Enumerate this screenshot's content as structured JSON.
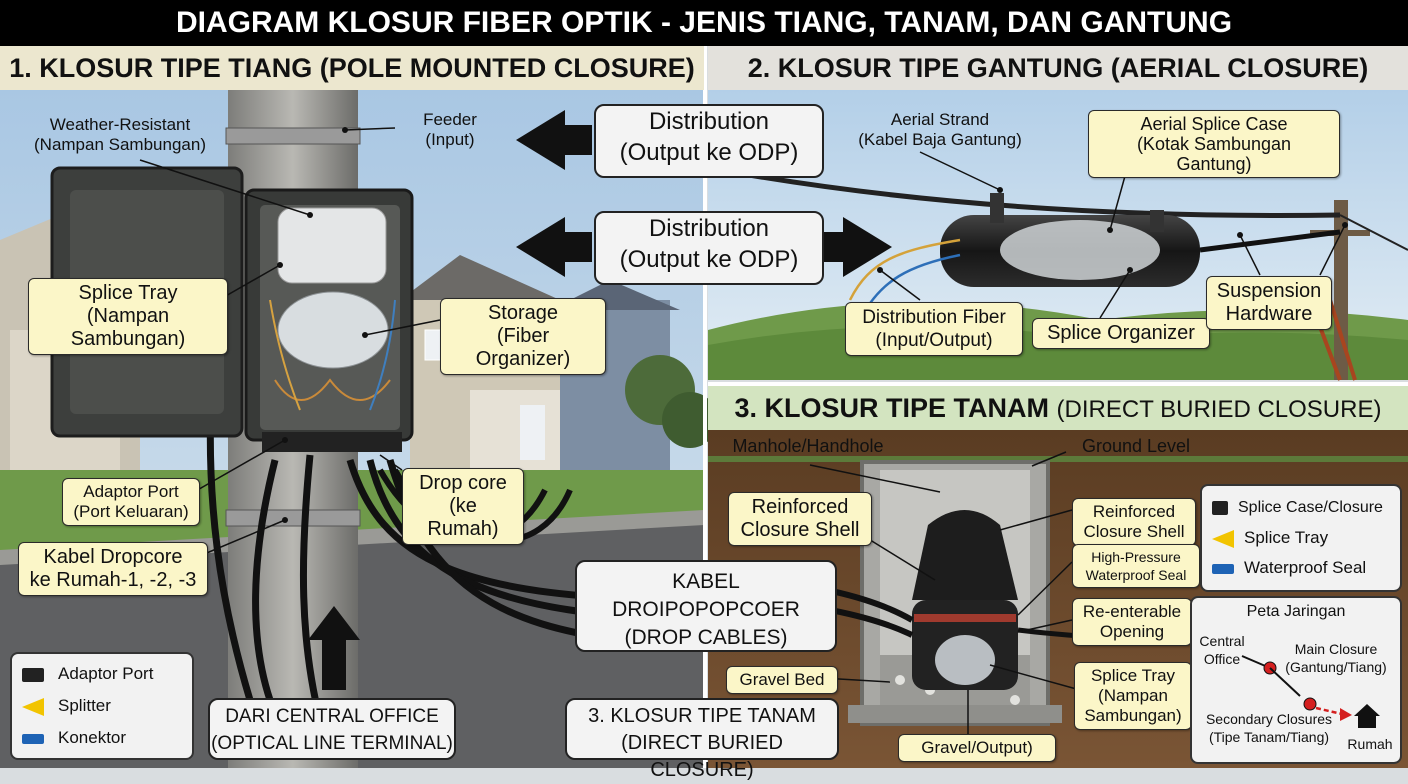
{
  "title": "DIAGRAM KLOSUR FIBER OPTIK - JENIS TIANG, TANAM, DAN GANTUNG",
  "section1": {
    "heading": "1. KLOSUR TIPE TIANG (POLE MOUNTED CLOSURE)",
    "labels": {
      "weather": "Weather-Resistant\n(Nampan Sambungan)",
      "feeder": "Feeder\n(Input)",
      "splice_tray": "Splice Tray\n(Nampan Sambungan)",
      "storage": "Storage\n(Fiber Organizer)",
      "adaptor_port": "Adaptor Port\n(Port Keluaran)",
      "drop_core": "Drop core\n(ke Rumah)",
      "kabel_dropcore": "Kabel Dropcore\nke Rumah-1, -2, -3"
    },
    "legend": [
      {
        "icon": "adaptor-port-icon",
        "label": "Adaptor Port"
      },
      {
        "icon": "splitter-icon",
        "label": "Splitter"
      },
      {
        "icon": "konektor-icon",
        "label": "Konektor"
      }
    ]
  },
  "center": {
    "distribution1": "Distribution\n(Output ke ODP)",
    "distribution2": "Distribution\n(Output ke ODP)",
    "drop_cables": "KABEL\nDROIPOPOPCOER\n(DROP CABLES)",
    "dari_co": "DARI CENTRAL OFFICE\n(OPTICAL LINE TERMINAL)",
    "tanam_ref": "3. KLOSUR TIPE TANAM\n(DIRECT BURIED CLOSURE)"
  },
  "section2": {
    "heading": "2. KLOSUR TIPE GANTUNG (AERIAL CLOSURE)",
    "labels": {
      "aerial_strand": "Aerial Strand\n(Kabel Baja Gantung)",
      "aerial_splice": "Aerial Splice Case\n(Kotak Sambungan Gantung)",
      "distribution_fiber": "Distribution Fiber\n(Input/Output)",
      "splice_organizer": "Splice Organizer",
      "suspension": "Suspension\nHardware"
    }
  },
  "section3": {
    "heading_main": "3. KLOSUR TIPE TANAM",
    "heading_sub": "(DIRECT BURIED CLOSURE)",
    "labels": {
      "manhole": "Manhole/Handhole",
      "ground": "Ground Level",
      "reinforced_left": "Reinforced\nClosure Shell",
      "reinforced_right": "Reinforced\nClosure Shell",
      "high_pressure": "High-Pressure\nWaterproof Seal",
      "reenterable": "Re-enterable\nOpening",
      "gravel_bed": "Gravel Bed",
      "splice_tray": "Splice Tray\n(Nampan\nSambungan)",
      "gravel_output": "Gravel/Output)"
    },
    "legend": [
      {
        "icon": "splice-case-icon",
        "label": "Splice Case/Closure"
      },
      {
        "icon": "splice-tray-icon",
        "label": "Splice Tray"
      },
      {
        "icon": "waterproof-seal-icon",
        "label": "Waterproof Seal"
      }
    ],
    "map": {
      "title": "Peta Jaringan",
      "central_office": "Central\nOffice",
      "main_closure": "Main Closure\n(Gantung/Tiang)",
      "secondary": "Secondary Closures\n(Tipe Tanam/Tiang)",
      "rumah": "Rumah"
    }
  },
  "colors": {
    "tag_fill": "#fbf6c8",
    "head_fill": "#e9e6d2",
    "sec3_head": "#d3e4c0",
    "soil": "#6b4a2e",
    "sky": "#b9d2e6"
  }
}
